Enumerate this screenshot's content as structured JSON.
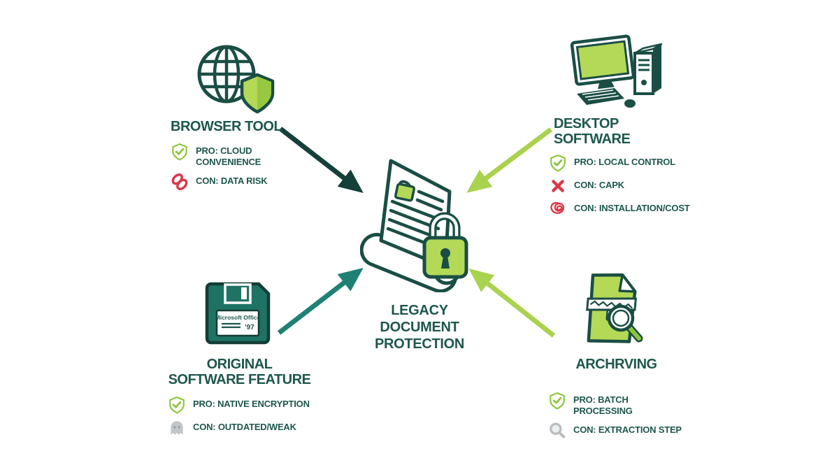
{
  "center": {
    "lines": [
      "LEGACY",
      "DOCUMENT",
      "PROTECTION"
    ],
    "icon": "locked-document-scroll"
  },
  "nodes": {
    "browser_tool": {
      "title": "BROWSER TOOL",
      "icon": "globe-shield",
      "items": [
        {
          "type": "pro",
          "icon": "shield-check",
          "label": "PRO: CLOUD CONVENIENCE"
        },
        {
          "type": "con",
          "icon": "chain-link",
          "label": "CON: DATA RISK"
        }
      ]
    },
    "desktop_software": {
      "title": "DESKTOP SOFTWARE",
      "icon": "desktop-computer",
      "items": [
        {
          "type": "pro",
          "icon": "shield-check",
          "label": "PRO: LOCAL CONTROL"
        },
        {
          "type": "con",
          "icon": "x-mark",
          "label": "CON: CAPK"
        },
        {
          "type": "con",
          "icon": "scribble-tangle",
          "label": "CON: INSTALLATION/COST"
        }
      ]
    },
    "original_software": {
      "title": "ORIGINAL SOFTWARE FEATURE",
      "icon": "floppy-disk",
      "floppy": {
        "label": "Microsoft Office",
        "year": "'97"
      },
      "items": [
        {
          "type": "pro",
          "icon": "shield-check",
          "label": "PRO: NATIVE ENCRYPTION"
        },
        {
          "type": "con",
          "icon": "ghost",
          "label": "CON: OUTDATED/WEAK"
        }
      ]
    },
    "archiving": {
      "title": "ARCHRVING",
      "icon": "zip-file-magnifier",
      "items": [
        {
          "type": "pro",
          "icon": "shield-check",
          "label": "PRO: BATCH PROCESSING"
        },
        {
          "type": "con",
          "icon": "magnifier",
          "label": "CON: EXTRACTION STEP"
        }
      ]
    }
  },
  "colors": {
    "text_dark_teal": "#1d574d",
    "outline_dark": "#1a4e44",
    "arrow_dark": "#15403a",
    "arrow_teal": "#1e8173",
    "arrow_lime": "#a9d24f",
    "lime_fill": "#b3d957",
    "lime_accent": "#8fc43e",
    "floppy_teal": "#1f7365",
    "con_red": "#d93848",
    "con_gray": "#c2c6c9"
  }
}
